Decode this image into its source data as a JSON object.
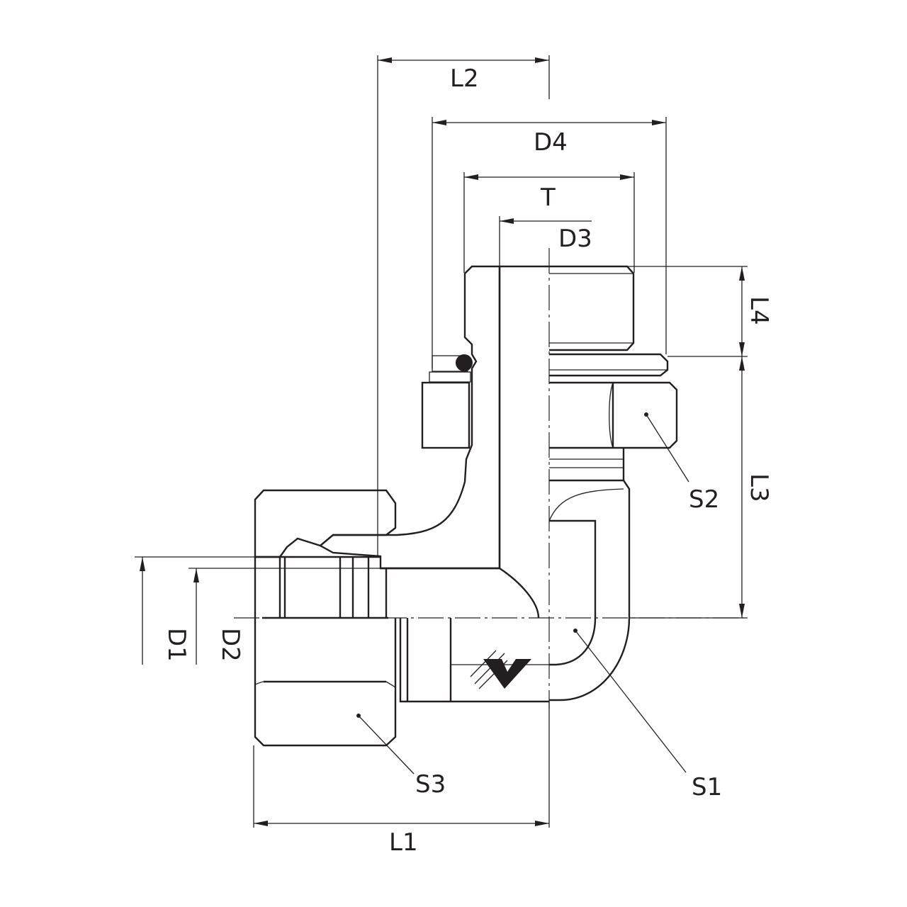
{
  "diagram": {
    "dimensions": {
      "L1": "L1",
      "L2": "L2",
      "L3": "L3",
      "L4": "L4",
      "D1": "D1",
      "D2": "D2",
      "D3": "D3",
      "D4": "D4",
      "T": "T"
    },
    "callouts": {
      "S1": "S1",
      "S2": "S2",
      "S3": "S3"
    },
    "colors": {
      "line": "#231f20",
      "background": "#ffffff"
    },
    "icons": [
      "hatch-pattern",
      "o-ring-seal",
      "logo-mark"
    ]
  }
}
